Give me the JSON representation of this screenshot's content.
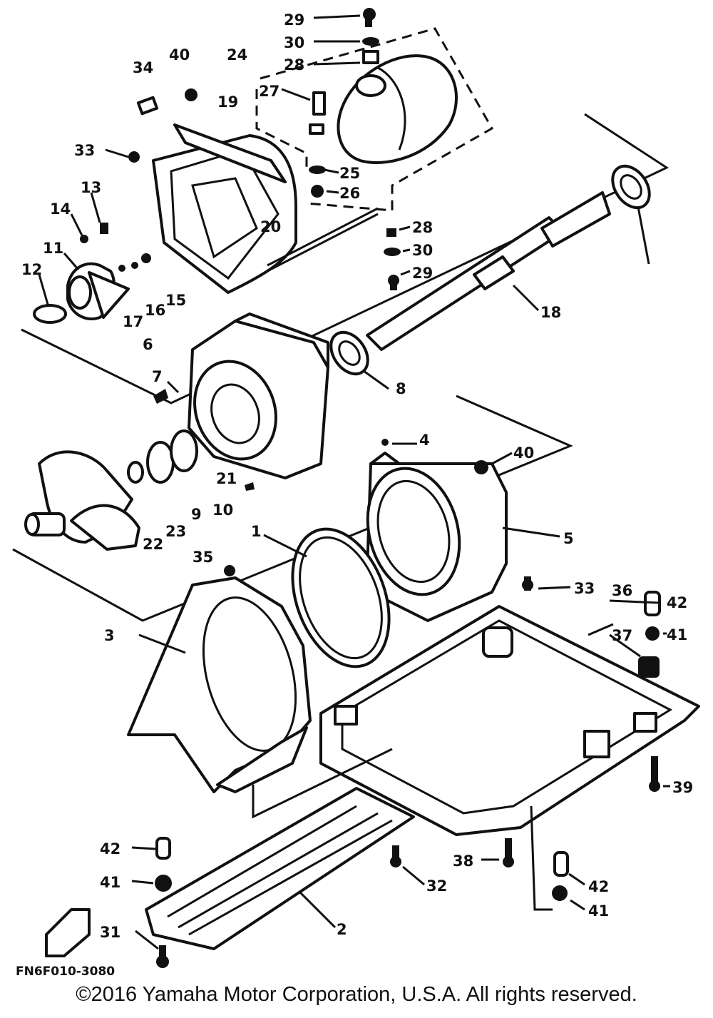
{
  "diagram": {
    "code": "FN6F010-3080",
    "copyright": "©2016 Yamaha Motor Corporation, U.S.A. All rights reserved.",
    "callouts": [
      "29",
      "30",
      "28",
      "24",
      "34",
      "40",
      "19",
      "27",
      "33",
      "25",
      "26",
      "13",
      "14",
      "20",
      "28",
      "11",
      "30",
      "12",
      "29",
      "17",
      "16",
      "15",
      "6",
      "18",
      "7",
      "8",
      "4",
      "40",
      "21",
      "10",
      "9",
      "23",
      "22",
      "5",
      "35",
      "1",
      "33",
      "36",
      "3",
      "42",
      "37",
      "41",
      "39",
      "42",
      "38",
      "41",
      "32",
      "42",
      "31",
      "2",
      "41"
    ]
  }
}
